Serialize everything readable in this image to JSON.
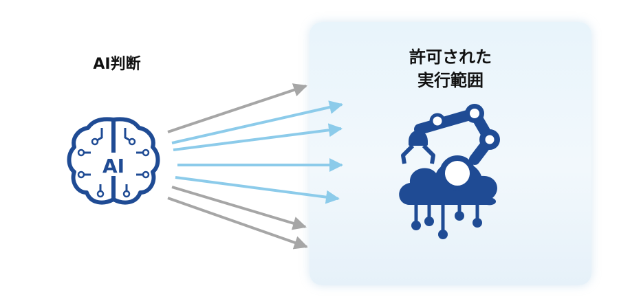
{
  "left_label": "AI判断",
  "brain_icon_text": "AI",
  "panel_title": [
    "許可された",
    "実行範囲"
  ],
  "colors": {
    "allowed_arrow": "#8ccbea",
    "disallowed_arrow": "#a6a6a6",
    "icon_blue": "#1f4b94",
    "panel_bg": "#eaf4fb"
  },
  "icons": [
    "brain-ai-icon",
    "robot-arm-cloud-icon"
  ],
  "arrows": [
    {
      "status": "outside"
    },
    {
      "status": "allowed"
    },
    {
      "status": "allowed"
    },
    {
      "status": "allowed"
    },
    {
      "status": "allowed"
    },
    {
      "status": "outside"
    },
    {
      "status": "outside"
    }
  ]
}
